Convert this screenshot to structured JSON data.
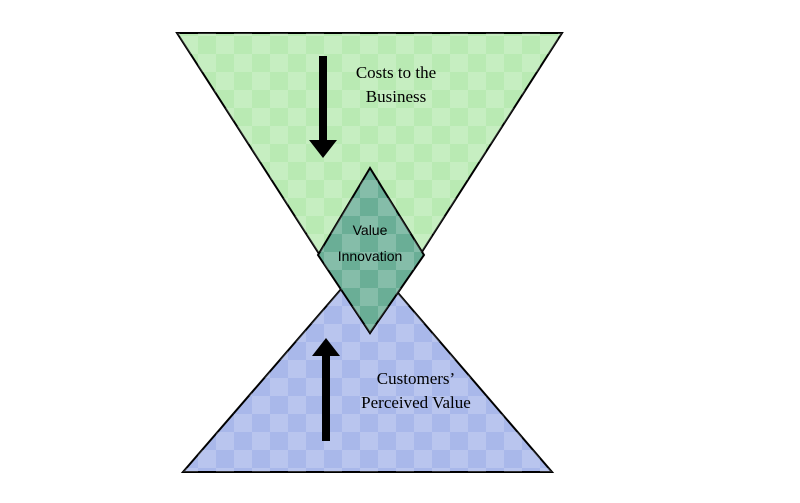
{
  "diagram": {
    "top_triangle": {
      "label_line1": "Costs to the",
      "label_line2": "Business",
      "fill": "#b9eab3",
      "arrow_direction": "down"
    },
    "bottom_triangle": {
      "label_line1": "Customers’",
      "label_line2": "Perceived Value",
      "fill": "#a9b8ea",
      "arrow_direction": "up"
    },
    "overlap": {
      "label_line1": "Value",
      "label_line2": "Innovation",
      "fill": "#6aae96"
    },
    "outline_color": "#000000",
    "arrow_color": "#000000"
  }
}
